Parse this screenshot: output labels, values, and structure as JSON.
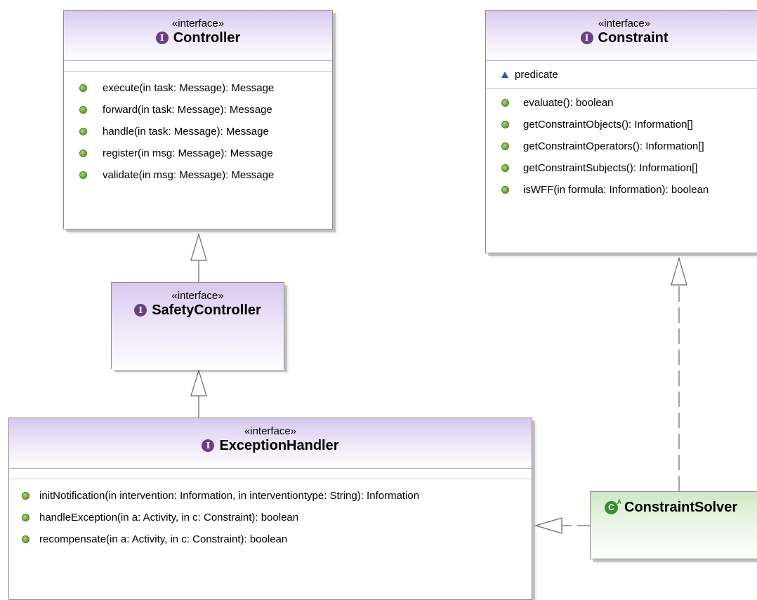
{
  "controller": {
    "stereotype": "«interface»",
    "name": "Controller",
    "badge": "I",
    "operations": [
      "execute(in task: Message): Message",
      "forward(in task: Message): Message",
      "handle(in task: Message): Message",
      "register(in msg: Message): Message",
      "validate(in msg: Message): Message"
    ]
  },
  "constraint": {
    "stereotype": "«interface»",
    "name": "Constraint",
    "badge": "I",
    "attributes": [
      "predicate"
    ],
    "operations": [
      "evaluate(): boolean",
      "getConstraintObjects(): Information[]",
      "getConstraintOperators(): Information[]",
      "getConstraintSubjects(): Information[]",
      "isWFF(in formula: Information): boolean"
    ]
  },
  "safety_controller": {
    "stereotype": "«interface»",
    "name": "SafetyController",
    "badge": "I"
  },
  "exception_handler": {
    "stereotype": "«interface»",
    "name": "ExceptionHandler",
    "badge": "I",
    "operations": [
      "initNotification(in intervention: Information, in interventiontype: String): Information",
      "handleException(in a: Activity, in c: Constraint): boolean",
      "recompensate(in a: Activity, in c: Constraint): boolean"
    ]
  },
  "constraint_solver": {
    "name": "ConstraintSolver",
    "badge": "C",
    "badge_sup": "A"
  },
  "colors": {
    "interface_badge": "#6b3f86",
    "class_badge": "#3d8c2f",
    "operation_dot": "#6fa83a",
    "attribute_marker": "#1f5fa8",
    "interface_header": "#d9c8ef",
    "class_header": "#cfe8c4"
  }
}
